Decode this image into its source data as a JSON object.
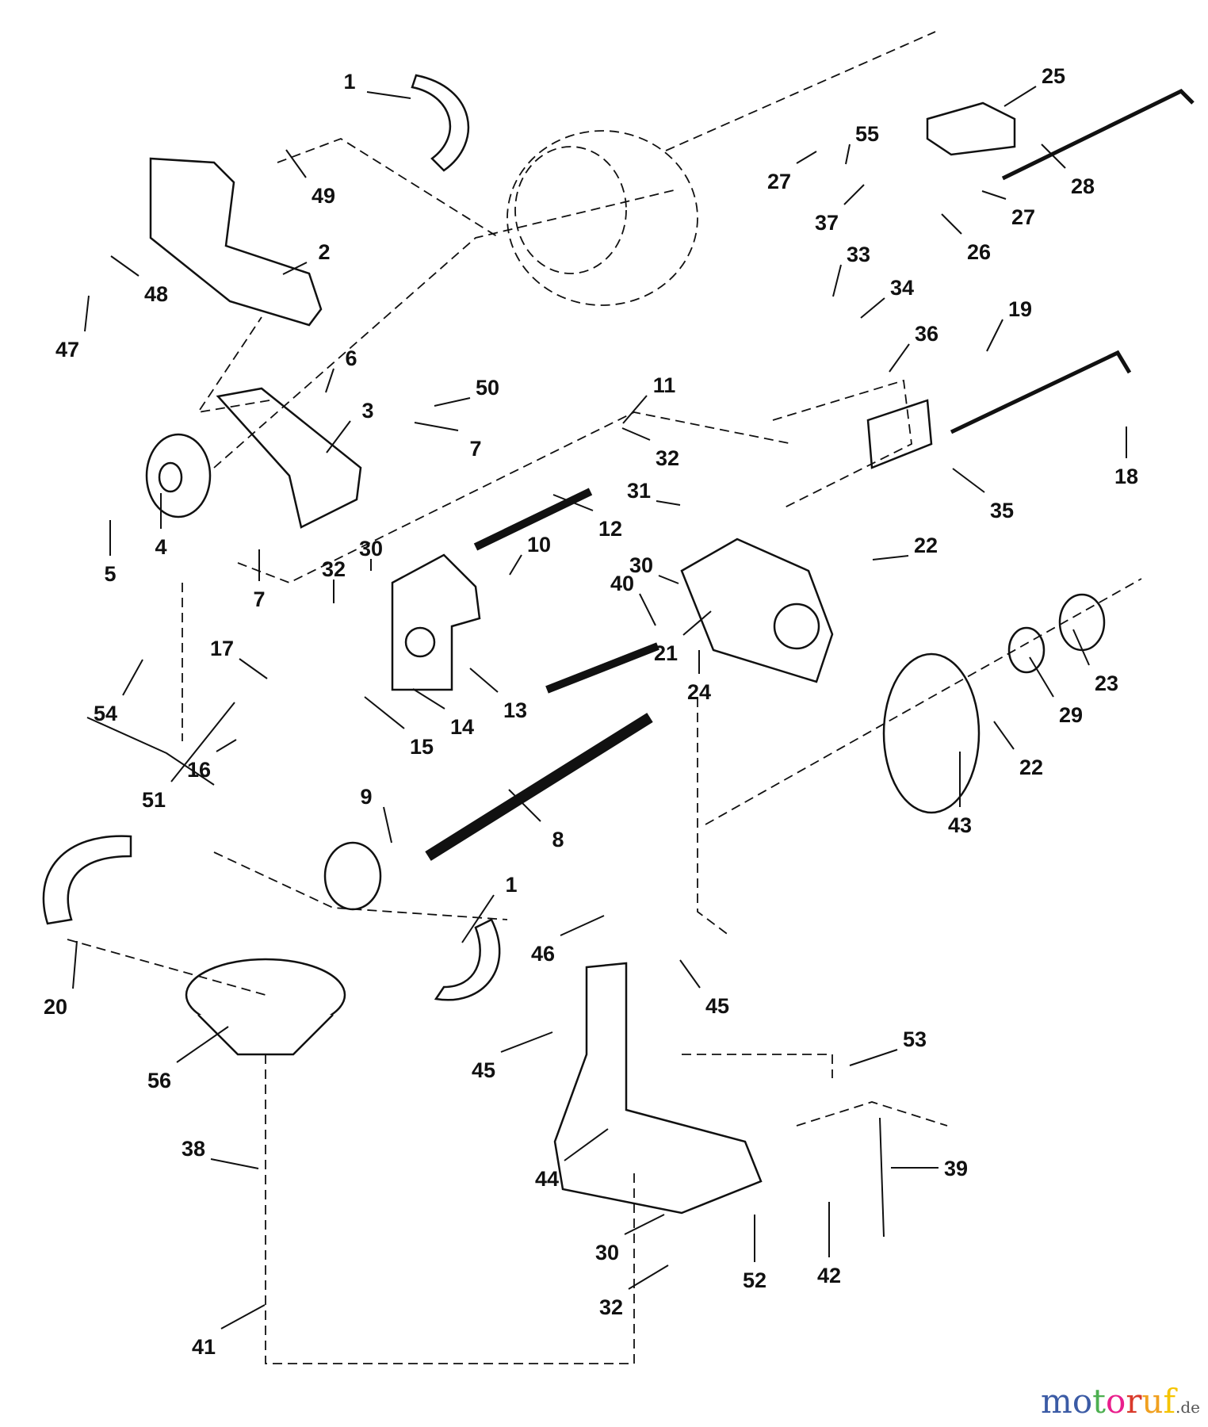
{
  "diagram": {
    "callouts": [
      "1",
      "25",
      "55",
      "27",
      "49",
      "28",
      "37",
      "27",
      "2",
      "26",
      "48",
      "33",
      "34",
      "47",
      "19",
      "36",
      "6",
      "50",
      "3",
      "11",
      "7",
      "32",
      "31",
      "18",
      "35",
      "4",
      "12",
      "5",
      "30",
      "10",
      "22",
      "7",
      "32",
      "30",
      "40",
      "21",
      "24",
      "23",
      "17",
      "54",
      "13",
      "14",
      "15",
      "29",
      "22",
      "16",
      "51",
      "43",
      "9",
      "8",
      "1",
      "20",
      "46",
      "45",
      "56",
      "45",
      "53",
      "39",
      "38",
      "44",
      "30",
      "52",
      "42",
      "32",
      "41"
    ]
  },
  "watermark": {
    "text": "motoruf",
    "tld": ".de",
    "colors": [
      "#3b5ba5",
      "#3b5ba5",
      "#4caf50",
      "#e91e8c",
      "#d93a2b",
      "#f0a020",
      "#f5c400"
    ]
  }
}
